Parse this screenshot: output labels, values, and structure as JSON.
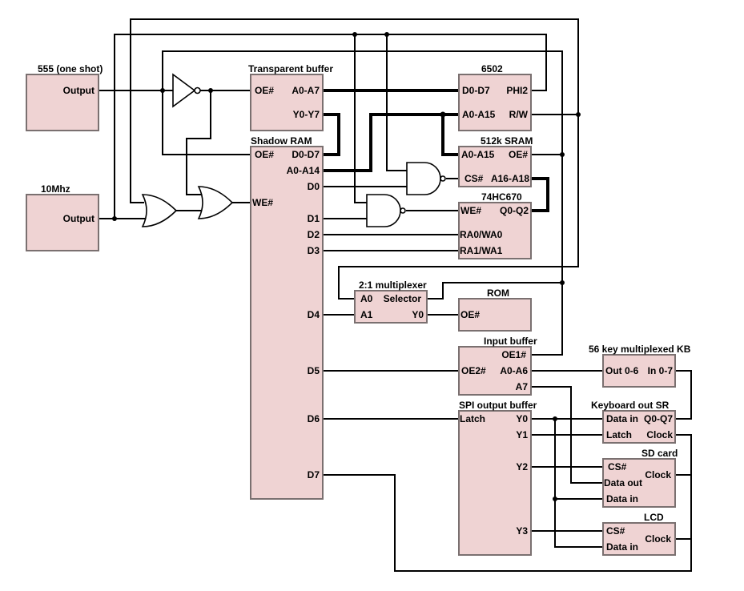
{
  "title": "6502 computer block diagram",
  "blocks": {
    "timer555": {
      "title": "555 (one shot)",
      "pins": {
        "output": "Output"
      }
    },
    "osc": {
      "title": "10Mhz",
      "pins": {
        "output": "Output"
      }
    },
    "tbuf": {
      "title": "Transparent buffer",
      "pins": {
        "oe": "OE#",
        "a": "A0-A7",
        "y": "Y0-Y7"
      }
    },
    "shadow": {
      "title": "Shadow RAM",
      "pins": {
        "oe": "OE#",
        "d": "D0-D7",
        "a": "A0-A14",
        "we": "WE#",
        "d0": "D0",
        "d1": "D1",
        "d2": "D2",
        "d3": "D3",
        "d4": "D4",
        "d5": "D5",
        "d6": "D6",
        "d7": "D7"
      }
    },
    "cpu": {
      "title": "6502",
      "pins": {
        "d": "D0-D7",
        "phi2": "PHI2",
        "a": "A0-A15",
        "rw": "R/W"
      }
    },
    "sram": {
      "title": "512k SRAM",
      "pins": {
        "a": "A0-A15",
        "oe": "OE#",
        "cs": "CS#",
        "ah": "A16-A18"
      }
    },
    "reg670": {
      "title": "74HC670",
      "pins": {
        "we": "WE#",
        "q": "Q0-Q2",
        "ra0": "RA0/WA0",
        "ra1": "RA1/WA1"
      }
    },
    "mux": {
      "title": "2:1 multiplexer",
      "pins": {
        "a0": "A0",
        "sel": "Selector",
        "a1": "A1",
        "y0": "Y0"
      }
    },
    "rom": {
      "title": "ROM",
      "pins": {
        "oe": "OE#"
      }
    },
    "inbuf": {
      "title": "Input buffer",
      "pins": {
        "oe1": "OE1#",
        "oe2": "OE2#",
        "a": "A0-A6",
        "a7": "A7"
      }
    },
    "spi": {
      "title": "SPI output buffer",
      "pins": {
        "latch": "Latch",
        "y0": "Y0",
        "y1": "Y1",
        "y2": "Y2",
        "y3": "Y3"
      }
    },
    "kb": {
      "title": "56 key multiplexed KB",
      "pins": {
        "out": "Out 0-6",
        "in": "In 0-7"
      }
    },
    "kbsr": {
      "title": "Keyboard out SR",
      "pins": {
        "din": "Data in",
        "q": "Q0-Q7",
        "latch": "Latch",
        "clock": "Clock"
      }
    },
    "sd": {
      "title": "SD card",
      "pins": {
        "cs": "CS#",
        "clock": "Clock",
        "dout": "Data out",
        "din": "Data in"
      }
    },
    "lcd": {
      "title": "LCD",
      "pins": {
        "cs": "CS#",
        "clock": "Clock",
        "din": "Data in"
      }
    }
  }
}
